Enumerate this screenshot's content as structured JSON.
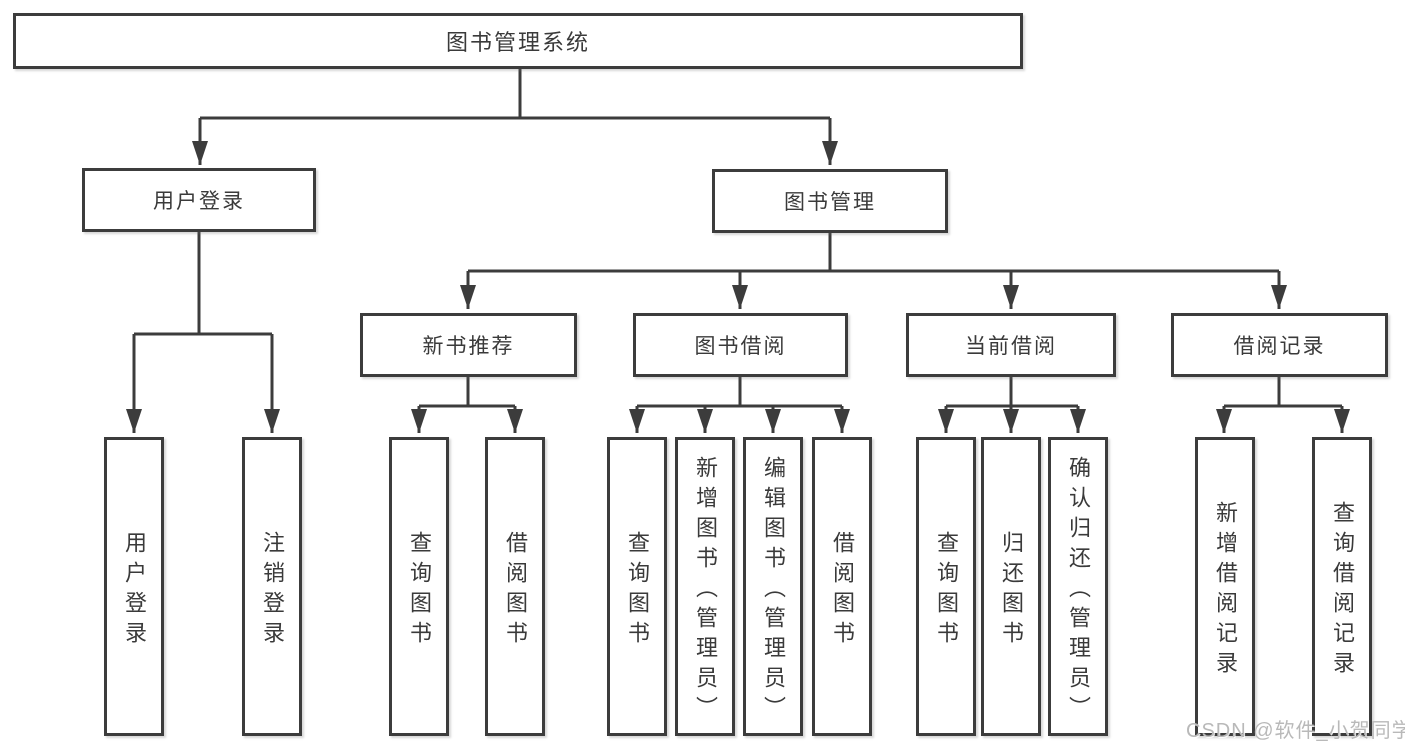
{
  "colors": {
    "line": "#3c3c3c",
    "text": "#3a3a3a",
    "watermark": "#b9b9b9",
    "background": "#ffffff"
  },
  "tree": {
    "label": "图书管理系统",
    "children": [
      {
        "label": "用户登录",
        "children": [
          {
            "label": "用户登录"
          },
          {
            "label": "注销登录"
          }
        ]
      },
      {
        "label": "图书管理",
        "children": [
          {
            "label": "新书推荐",
            "children": [
              {
                "label": "查询图书"
              },
              {
                "label": "借阅图书"
              }
            ]
          },
          {
            "label": "图书借阅",
            "children": [
              {
                "label": "查询图书"
              },
              {
                "label": "新增图书（管理员）"
              },
              {
                "label": "编辑图书（管理员）"
              },
              {
                "label": "借阅图书"
              }
            ]
          },
          {
            "label": "当前借阅",
            "children": [
              {
                "label": "查询图书"
              },
              {
                "label": "归还图书"
              },
              {
                "label": "确认归还（管理员）"
              }
            ]
          },
          {
            "label": "借阅记录",
            "children": [
              {
                "label": "新增借阅记录"
              },
              {
                "label": "查询借阅记录"
              }
            ]
          }
        ]
      }
    ]
  },
  "watermark": {
    "text": "CSDN @软件_小贺同学"
  }
}
